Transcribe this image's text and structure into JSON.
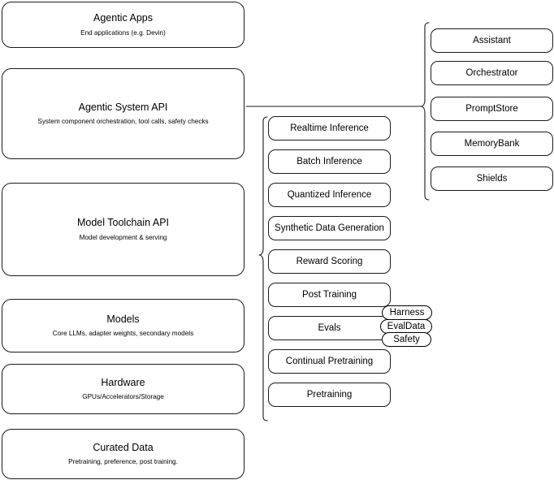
{
  "diagram": {
    "title": "AI Stack Layers Architecture Diagram",
    "accent_color": "#1a1a1a",
    "background_color": "#ffffff"
  },
  "stack_layers": [
    {
      "id": "agentic-apps",
      "title": "Agentic Apps",
      "subtitle": "End applications (e.g. Devin)"
    },
    {
      "id": "agentic-system-api",
      "title": "Agentic System API",
      "subtitle": "System component orchestration, tool calls, safety checks"
    },
    {
      "id": "model-toolchain-api",
      "title": "Model Toolchain API",
      "subtitle": "Model development & serving"
    },
    {
      "id": "models",
      "title": "Models",
      "subtitle": "Core LLMs, adapter weights, secondary models"
    },
    {
      "id": "hardware",
      "title": "Hardware",
      "subtitle": "GPUs/Accelerators/Storage"
    },
    {
      "id": "curated-data",
      "title": "Curated Data",
      "subtitle": "Pretraining, preference, post training."
    }
  ],
  "toolchain_components": [
    {
      "id": "realtime-inference",
      "label": "Realtime Inference"
    },
    {
      "id": "batch-inference",
      "label": "Batch Inference"
    },
    {
      "id": "quantized-inference",
      "label": "Quantized Inference"
    },
    {
      "id": "synthetic-data-generation",
      "label": "Synthetic Data Generation"
    },
    {
      "id": "reward-scoring",
      "label": "Reward Scoring"
    },
    {
      "id": "post-training",
      "label": "Post Training"
    },
    {
      "id": "evals",
      "label": "Evals"
    },
    {
      "id": "continual-pretraining",
      "label": "Continual Pretraining"
    },
    {
      "id": "pretraining",
      "label": "Pretraining"
    }
  ],
  "evals_badges": [
    {
      "id": "harness",
      "label": "Harness"
    },
    {
      "id": "evaldata",
      "label": "EvalData"
    },
    {
      "id": "safety",
      "label": "Safety"
    }
  ],
  "system_components": [
    {
      "id": "assistant",
      "label": "Assistant"
    },
    {
      "id": "orchestrator",
      "label": "Orchestrator"
    },
    {
      "id": "promptstore",
      "label": "PromptStore"
    },
    {
      "id": "memorybank",
      "label": "MemoryBank"
    },
    {
      "id": "shields",
      "label": "Shields"
    }
  ]
}
